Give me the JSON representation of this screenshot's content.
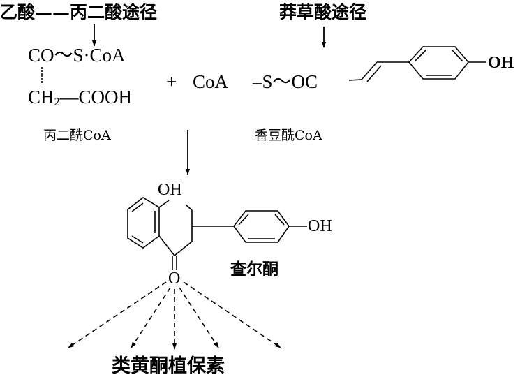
{
  "pathways": {
    "acetate_malonate": "乙酸——丙二酸途径",
    "shikimate": "莽草酸途径"
  },
  "reactants": {
    "malonyl_coa": {
      "line1": "CO〜S·CoA",
      "line2_prefix": "CH",
      "line2_sub": "2",
      "line2_suffix": "—COOH",
      "name": "丙二酰CoA"
    },
    "plus_sign": "+",
    "coa": "CoA",
    "coumaroyl_coa": {
      "thioester": "–S〜OC",
      "hydroxyl": "OH",
      "name": "香豆酰CoA"
    }
  },
  "product": {
    "hydroxyl_top": "OH",
    "hydroxyl_right": "OH",
    "carbonyl_oxygen": "O",
    "name": "查尔酮"
  },
  "final_products": {
    "name": "类黄酮植保素",
    "branch_count": 5
  }
}
